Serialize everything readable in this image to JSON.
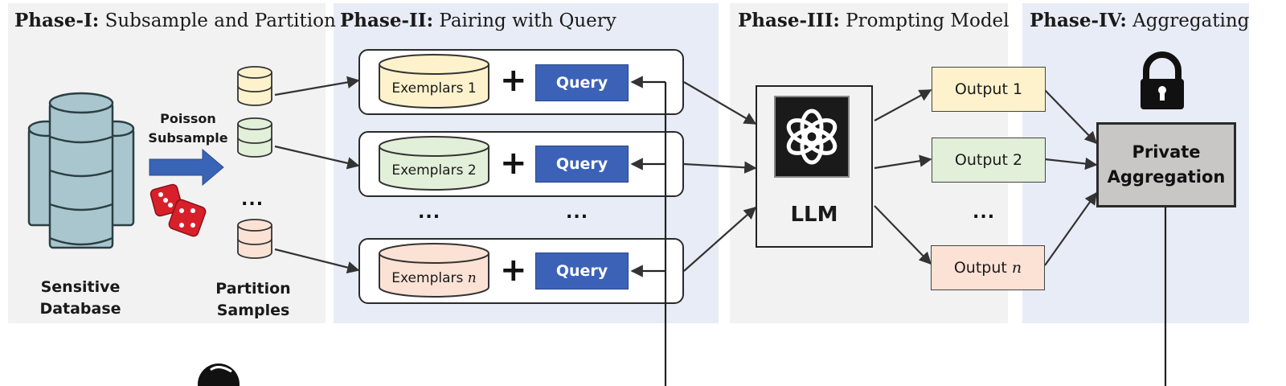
{
  "phases": [
    {
      "bold": "Phase-I:",
      "text": " Subsample and Partition"
    },
    {
      "bold": "Phase-II:",
      "text": " Pairing with Query"
    },
    {
      "bold": "Phase-III:",
      "text": " Prompting Model"
    },
    {
      "bold": "Phase-IV:",
      "text": " Aggregating"
    }
  ],
  "database": {
    "label_line1": "Sensitive",
    "label_line2": "Database"
  },
  "subsample": {
    "line1": "Poisson",
    "line2": "Subsample"
  },
  "partition": {
    "line1": "Partition",
    "line2": "Samples",
    "dots": "..."
  },
  "exemplars": [
    {
      "label": "Exemplars 1",
      "color": "#fdf2cc"
    },
    {
      "label": "Exemplars 2",
      "color": "#e2efd9"
    },
    {
      "label": "Exemplars",
      "var": "n",
      "color": "#fbe2d5"
    }
  ],
  "query_label": "Query",
  "plus": "+",
  "phase2_dots": [
    "...",
    "..."
  ],
  "llm": {
    "label": "LLM"
  },
  "outputs": [
    {
      "label": "Output 1",
      "color": "#fdf2cc"
    },
    {
      "label": "Output 2",
      "color": "#e2efd9"
    },
    {
      "label": "Output",
      "var": "n",
      "color": "#fbe2d5"
    }
  ],
  "output_dots": "...",
  "aggregation": {
    "line1": "Private",
    "line2": "Aggregation"
  },
  "colors": {
    "phase_gray": "#f2f2f2",
    "phase_blue": "#e8ecf6",
    "query_blue": "#3c62b8",
    "db_teal": "#a9c6cf",
    "arrow_blue": "#3a64b5",
    "dice_red": "#d8202a"
  }
}
